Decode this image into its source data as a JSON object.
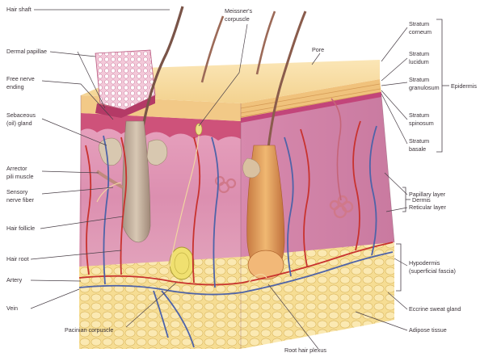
{
  "diagram": {
    "left_labels": [
      "Hair shaft",
      "Dermal papillae",
      "Free nerve",
      "ending",
      "Sebaceous",
      "(oil) gland",
      "Arrector",
      "pili muscle",
      "Sensory",
      "nerve fiber",
      "Hair follicle",
      "Hair root",
      "Artery",
      "Vein"
    ],
    "top_labels": [
      "Meissner's",
      "corpuscle",
      "Pore"
    ],
    "right_labels": [
      "Stratum",
      "corneum",
      "Stratum",
      "lucidum",
      "Stratum",
      "granulosum",
      "Stratum",
      "spinosum",
      "Stratum",
      "basale",
      "Papillary layer",
      "Reticular layer",
      "Hypodermis",
      "(superficial fascia)",
      "Eccrine sweat gland",
      "Adipose tissue"
    ],
    "bottom_labels": [
      "Pacinian corpuscle",
      "Root hair plexus"
    ],
    "brackets": [
      "Epidermis",
      "Dermis"
    ]
  }
}
